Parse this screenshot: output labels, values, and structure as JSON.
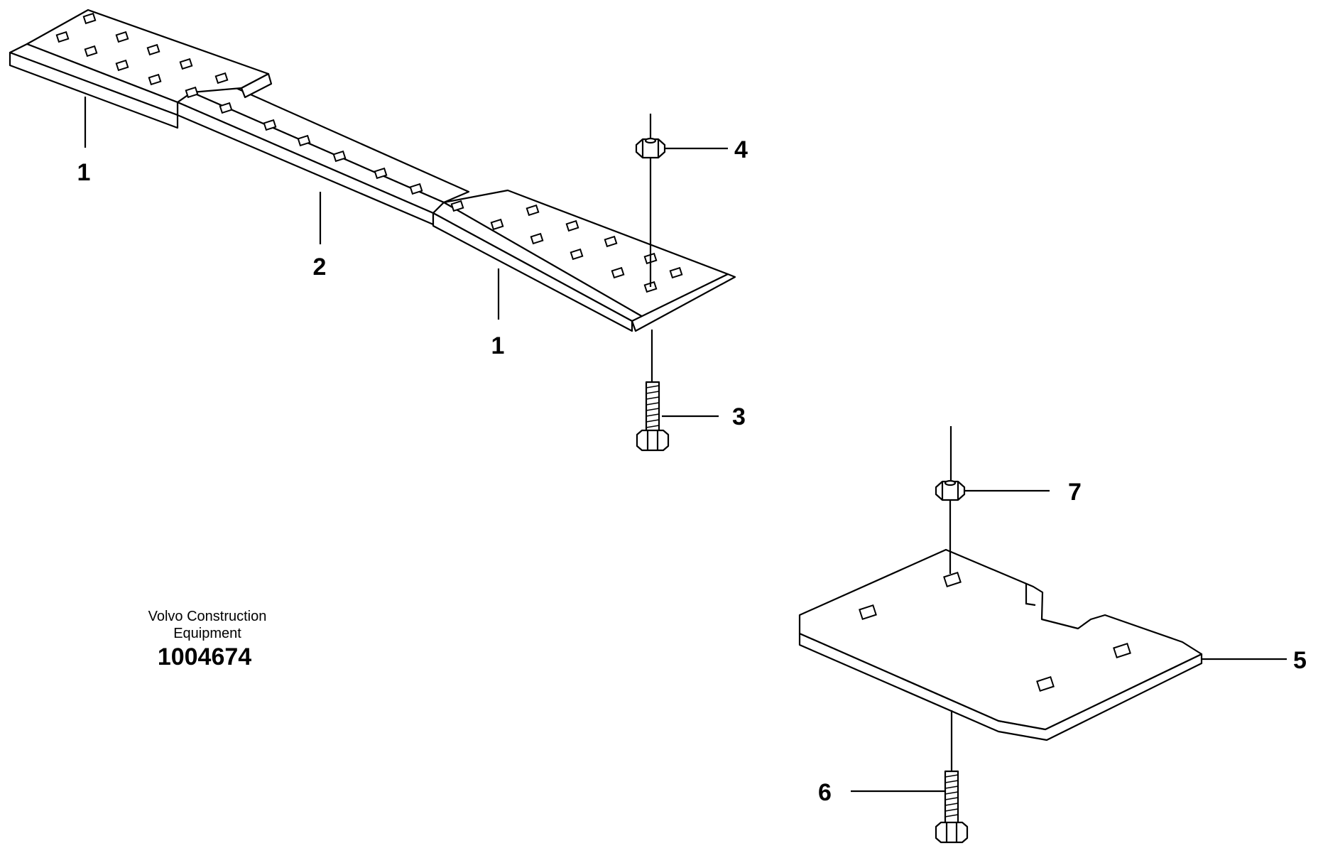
{
  "drawing": {
    "brand": [
      "Volvo Construction",
      "Equipment"
    ],
    "number": "1004674"
  },
  "callouts": {
    "c1a": "1",
    "c2": "2",
    "c1b": "1",
    "c3": "3",
    "c4": "4",
    "c5": "5",
    "c6": "6",
    "c7": "7"
  },
  "icons": [
    "track-shoe-end-plate",
    "track-shoe-center-plate",
    "bolt",
    "nut",
    "cover-plate"
  ]
}
